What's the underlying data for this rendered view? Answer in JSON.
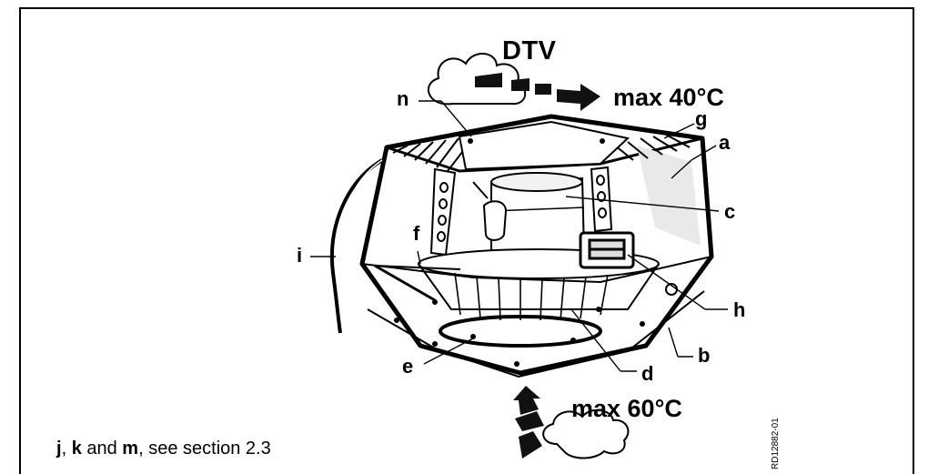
{
  "title": "DTV",
  "outlet_temp": "max 40°C",
  "inlet_temp": "max 60°C",
  "part_labels": {
    "a": "a",
    "b": "b",
    "c": "c",
    "d": "d",
    "e": "e",
    "f": "f",
    "g": "g",
    "h": "h",
    "i": "i",
    "n": "n"
  },
  "footnote": {
    "j": "j",
    "sep1": ", ",
    "k": "k",
    "sep2": " and ",
    "m": "m",
    "rest": ", see section 2.3"
  },
  "drawing_code": "RD12882-01"
}
